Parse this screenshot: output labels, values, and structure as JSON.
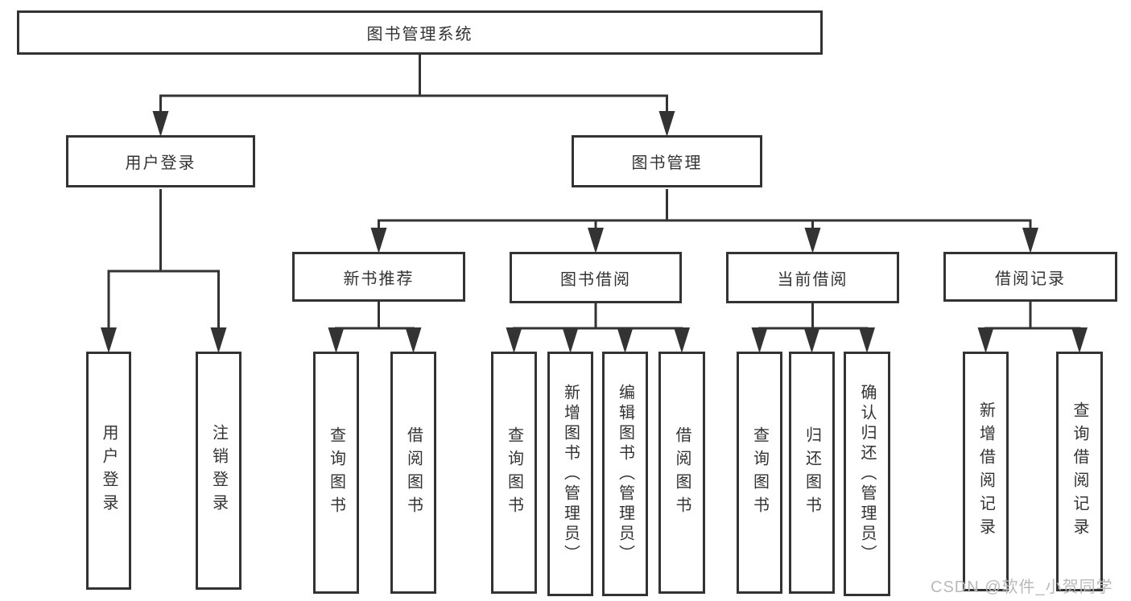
{
  "root": "图书管理系统",
  "user_login": {
    "label": "用户登录",
    "children": [
      "用户登录",
      "注销登录"
    ]
  },
  "book_mgmt": {
    "label": "图书管理"
  },
  "sections": [
    {
      "label": "新书推荐",
      "children": [
        "查询图书",
        "借阅图书"
      ]
    },
    {
      "label": "图书借阅",
      "children": [
        "查询图书",
        "新增图书（管理员）",
        "编辑图书（管理员）",
        "借阅图书"
      ]
    },
    {
      "label": "当前借阅",
      "children": [
        "查询图书",
        "归还图书",
        "确认归还（管理员）"
      ]
    },
    {
      "label": "借阅记录",
      "children": [
        "新增借阅记录",
        "查询借阅记录"
      ]
    }
  ],
  "watermark": "CSDN @软件_小贺同学",
  "colors": {
    "line": "#333333",
    "box_border": "#333333",
    "box_fill": "#ffffff",
    "text": "#333333",
    "watermark": "#b9b9b9",
    "background": "#ffffff"
  }
}
